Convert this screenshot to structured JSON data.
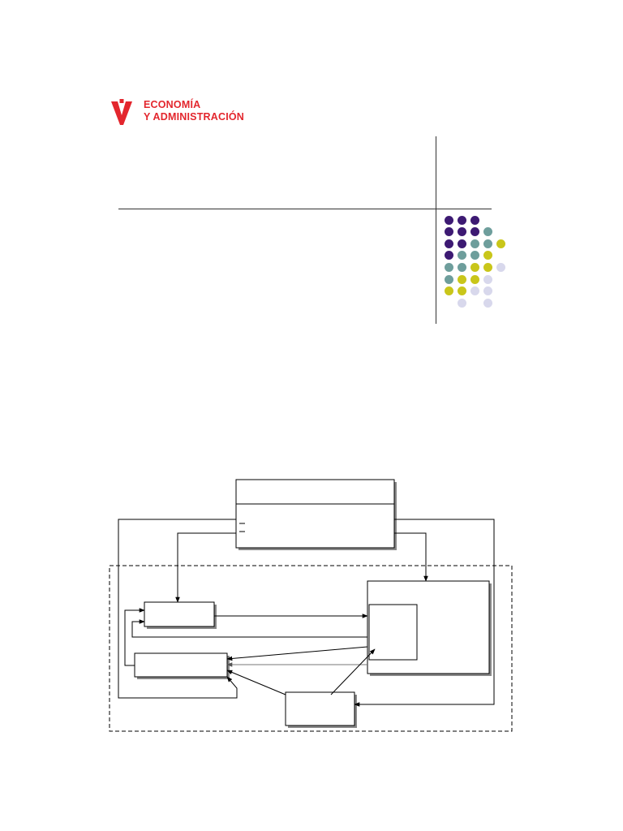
{
  "brand": {
    "line1": "ECONOMÍA",
    "line2": "Y ADMINISTRACIÓN",
    "color": "#e3262d"
  },
  "palette": {
    "purple": "#3d1a73",
    "teal": "#6e9e9c",
    "yellow": "#c9c61a",
    "lavender": "#d8d8ec"
  },
  "dot_grid": [
    [
      "purple",
      "purple",
      "purple",
      "",
      ""
    ],
    [
      "purple",
      "purple",
      "purple",
      "teal",
      ""
    ],
    [
      "purple",
      "purple",
      "teal",
      "teal",
      "yellow"
    ],
    [
      "purple",
      "teal",
      "teal",
      "yellow",
      ""
    ],
    [
      "teal",
      "teal",
      "yellow",
      "yellow",
      "lavender"
    ],
    [
      "teal",
      "yellow",
      "yellow",
      "lavender",
      ""
    ],
    [
      "yellow",
      "yellow",
      "lavender",
      "lavender",
      ""
    ],
    [
      "",
      "lavender",
      "",
      "lavender",
      ""
    ]
  ]
}
